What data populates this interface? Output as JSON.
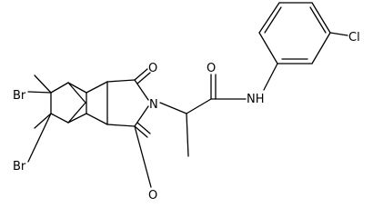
{
  "molecule": {
    "atom_labels": {
      "br_top": "Br",
      "br_bottom": "Br",
      "o_top": "O",
      "o_bottom": "O",
      "n_imide": "N",
      "o_amide": "O",
      "nh_amide": "NH",
      "cl": "Cl"
    },
    "colors": {
      "bond": "#000000",
      "text": "#000000",
      "background": "#ffffff"
    }
  }
}
